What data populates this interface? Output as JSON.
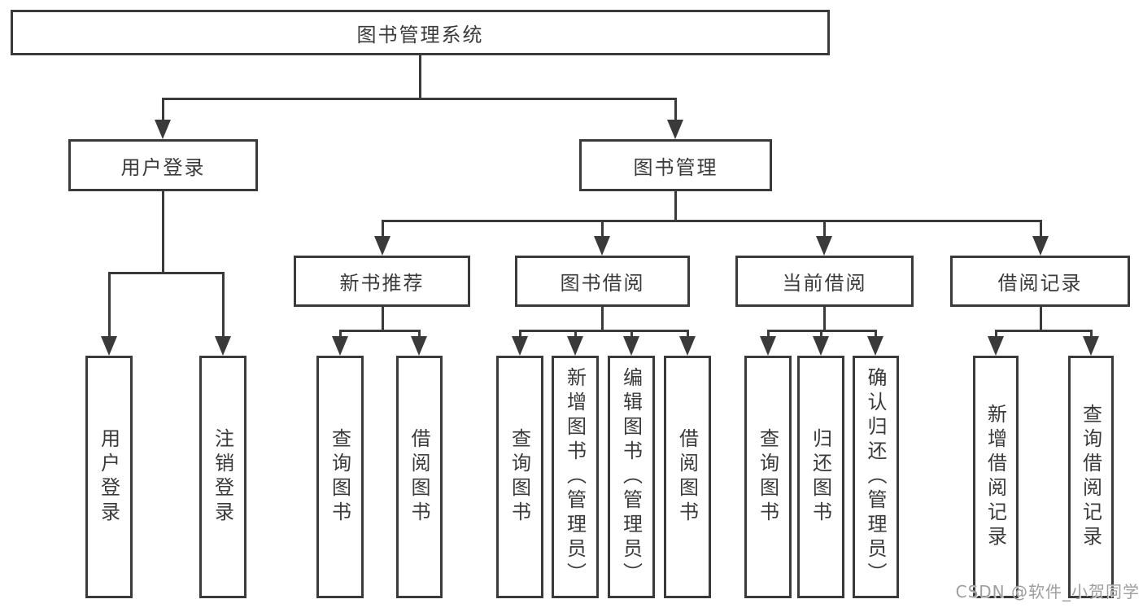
{
  "diagram": {
    "root": {
      "label": "图书管理系统"
    },
    "branches": [
      {
        "label": "用户登录",
        "children": [
          {
            "label": "用户登录"
          },
          {
            "label": "注销登录"
          }
        ]
      },
      {
        "label": "图书管理",
        "children": [
          {
            "label": "新书推荐",
            "children": [
              {
                "label": "查询图书"
              },
              {
                "label": "借阅图书"
              }
            ]
          },
          {
            "label": "图书借阅",
            "children": [
              {
                "label": "查询图书"
              },
              {
                "label": "新增图书（管理员）"
              },
              {
                "label": "编辑图书（管理员）"
              },
              {
                "label": "借阅图书"
              }
            ]
          },
          {
            "label": "当前借阅",
            "children": [
              {
                "label": "查询图书"
              },
              {
                "label": "归还图书"
              },
              {
                "label": "确认归还（管理员）"
              }
            ]
          },
          {
            "label": "借阅记录",
            "children": [
              {
                "label": "新增借阅记录"
              },
              {
                "label": "查询借阅记录"
              }
            ]
          }
        ]
      }
    ]
  },
  "watermark": {
    "text": "CSDN @软件_小贺同学"
  },
  "colors": {
    "line": "#3a3a3a",
    "text": "#3a3a3a",
    "watermark": "#9e9e9e",
    "background": "#ffffff"
  }
}
